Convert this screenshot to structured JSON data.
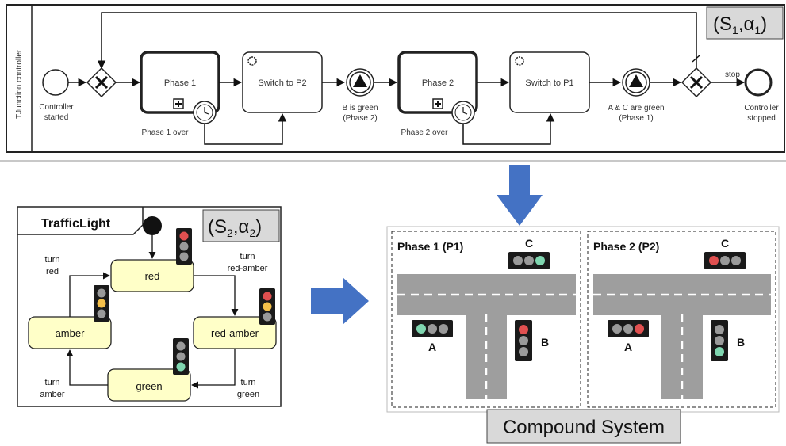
{
  "bpmn": {
    "pool_label": "TJunction controller",
    "badge": {
      "s": "S",
      "sub1": "1",
      "comma": ",",
      "alpha": "α",
      "sub2": "1"
    },
    "start_label": [
      "Controller",
      "started"
    ],
    "end_label": [
      "Controller",
      "stopped"
    ],
    "task_phase1": "Phase 1",
    "task_switch_p2": "Switch to P2",
    "event_b_green": [
      "B is green",
      "(Phase 2)"
    ],
    "task_phase2": "Phase 2",
    "task_switch_p1": "Switch to P1",
    "event_ac_green": [
      "A & C are green",
      "(Phase 1)"
    ],
    "timer1_label": "Phase 1 over",
    "timer2_label": "Phase 2 over",
    "stop_label": "stop"
  },
  "traffic": {
    "title": "TrafficLight",
    "badge": {
      "s": "S",
      "sub1": "2",
      "comma": ",",
      "alpha": "α",
      "sub2": "2"
    },
    "states": {
      "red": "red",
      "red_amber": "red-amber",
      "green": "green",
      "amber": "amber"
    },
    "transitions": {
      "turn_red": [
        "turn",
        "red"
      ],
      "turn_red_amber": [
        "turn",
        "red-amber"
      ],
      "turn_green": [
        "turn",
        "green"
      ],
      "turn_amber": [
        "turn",
        "amber"
      ]
    }
  },
  "compound": {
    "label": "Compound System",
    "phase1": {
      "title": "Phase 1 (P1)",
      "a": "A",
      "b": "B",
      "c": "C"
    },
    "phase2": {
      "title": "Phase 2 (P2)",
      "a": "A",
      "b": "B",
      "c": "C"
    }
  },
  "colors": {
    "light_red": "#e05050",
    "light_green": "#7fd6b0",
    "light_amber": "#f5c04a",
    "light_off": "#9a9a9a",
    "state_fill": "#ffffc8",
    "arrow_blue": "#4472c4",
    "road": "#9e9e9e"
  }
}
